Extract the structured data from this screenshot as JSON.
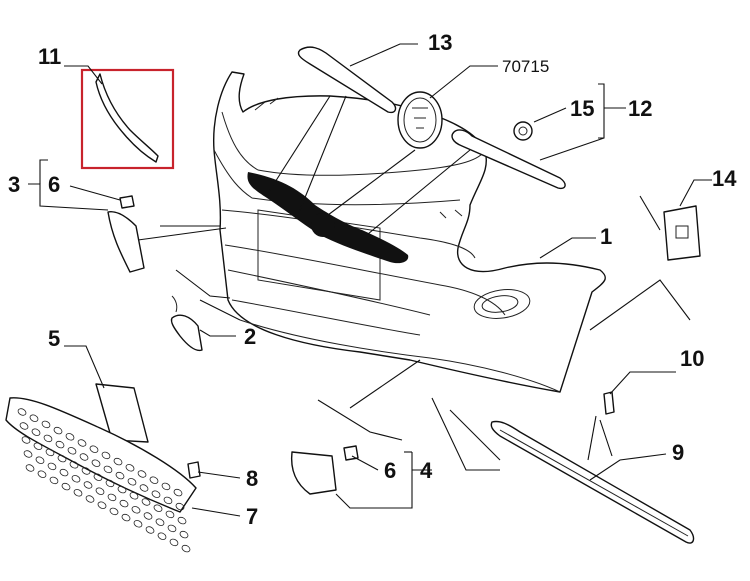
{
  "diagram": {
    "labels": {
      "p1": "1",
      "p2": "2",
      "p3": "3",
      "p4": "4",
      "p5": "5",
      "p6a": "6",
      "p6b": "6",
      "p7": "7",
      "p8": "8",
      "p9": "9",
      "p10": "10",
      "p11": "11",
      "p12": "12",
      "p13": "13",
      "p14": "14",
      "p15": "15",
      "code": "70715"
    },
    "highlight_color": "#c8232c",
    "line_color": "#111111"
  }
}
